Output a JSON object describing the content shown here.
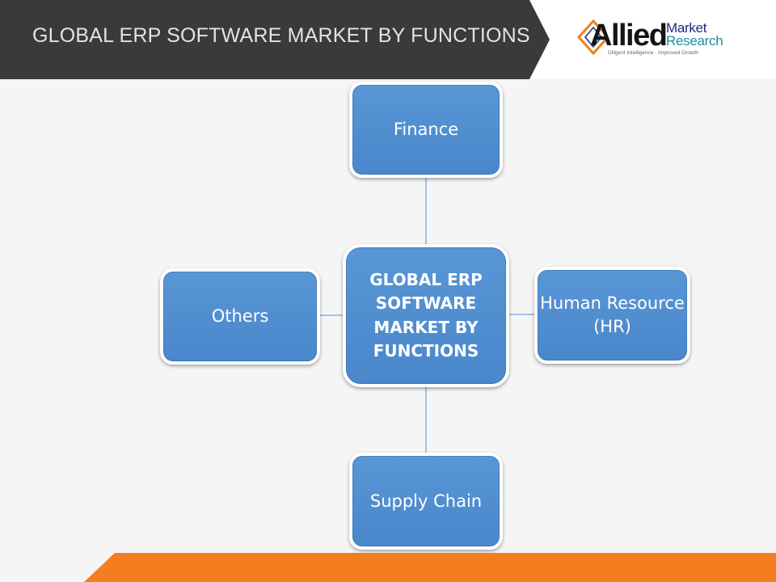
{
  "header": {
    "title": "GLOBAL ERP SOFTWARE MARKET BY FUNCTIONS",
    "band_color": "#3a3a3a"
  },
  "logo": {
    "allied": "Allied",
    "market": "Market",
    "research": "Research",
    "tagline": "Diligent Intelligence - Improved Growth",
    "accent_color": "#f07f1a"
  },
  "diagram": {
    "center": {
      "label": "GLOBAL ERP SOFTWARE MARKET BY FUNCTIONS"
    },
    "nodes": {
      "top": {
        "label": "Finance"
      },
      "left": {
        "label": "Others"
      },
      "right": {
        "label": "Human Resource (HR)"
      },
      "bottom": {
        "label": "Supply Chain"
      }
    },
    "node_color": "#4f8fd2",
    "connector_color": "#4f8fd2"
  },
  "footer": {
    "band_color": "#f47d20"
  }
}
